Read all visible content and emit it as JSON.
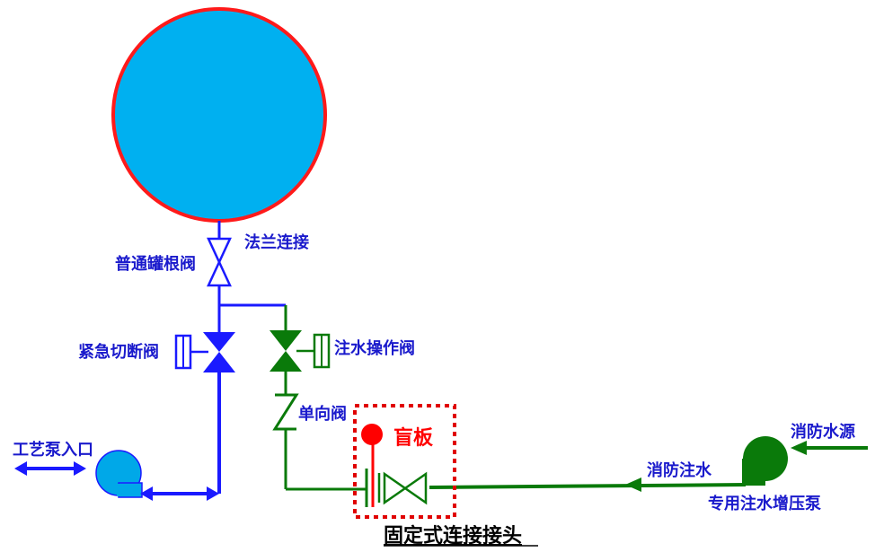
{
  "labels": {
    "flange_connection": "法兰连接",
    "tank_root_valve": "普通罐根阀",
    "emergency_shutoff_valve": "紧急切断阀",
    "water_injection_valve": "注水操作阀",
    "check_valve": "单向阀",
    "blind_plate": "盲板",
    "process_pump_inlet": "工艺泵入口",
    "fire_water_injection": "消防注水",
    "fire_water_source": "消防水源",
    "booster_pump": "专用注水增压泵",
    "fixed_connector": "固定式连接接头"
  },
  "colors": {
    "tank_fill": "#00B0F0",
    "tank_border": "#FF1A1A",
    "blue_line": "#1A1AFF",
    "green_line": "#0A7A0A",
    "label_blue": "#1A1ACC",
    "blind_red": "#FF0000",
    "dash_red": "#E00000",
    "pump_blue": "#00A8E8",
    "pump_green": "#0A7A0A",
    "text_black": "#000000"
  }
}
